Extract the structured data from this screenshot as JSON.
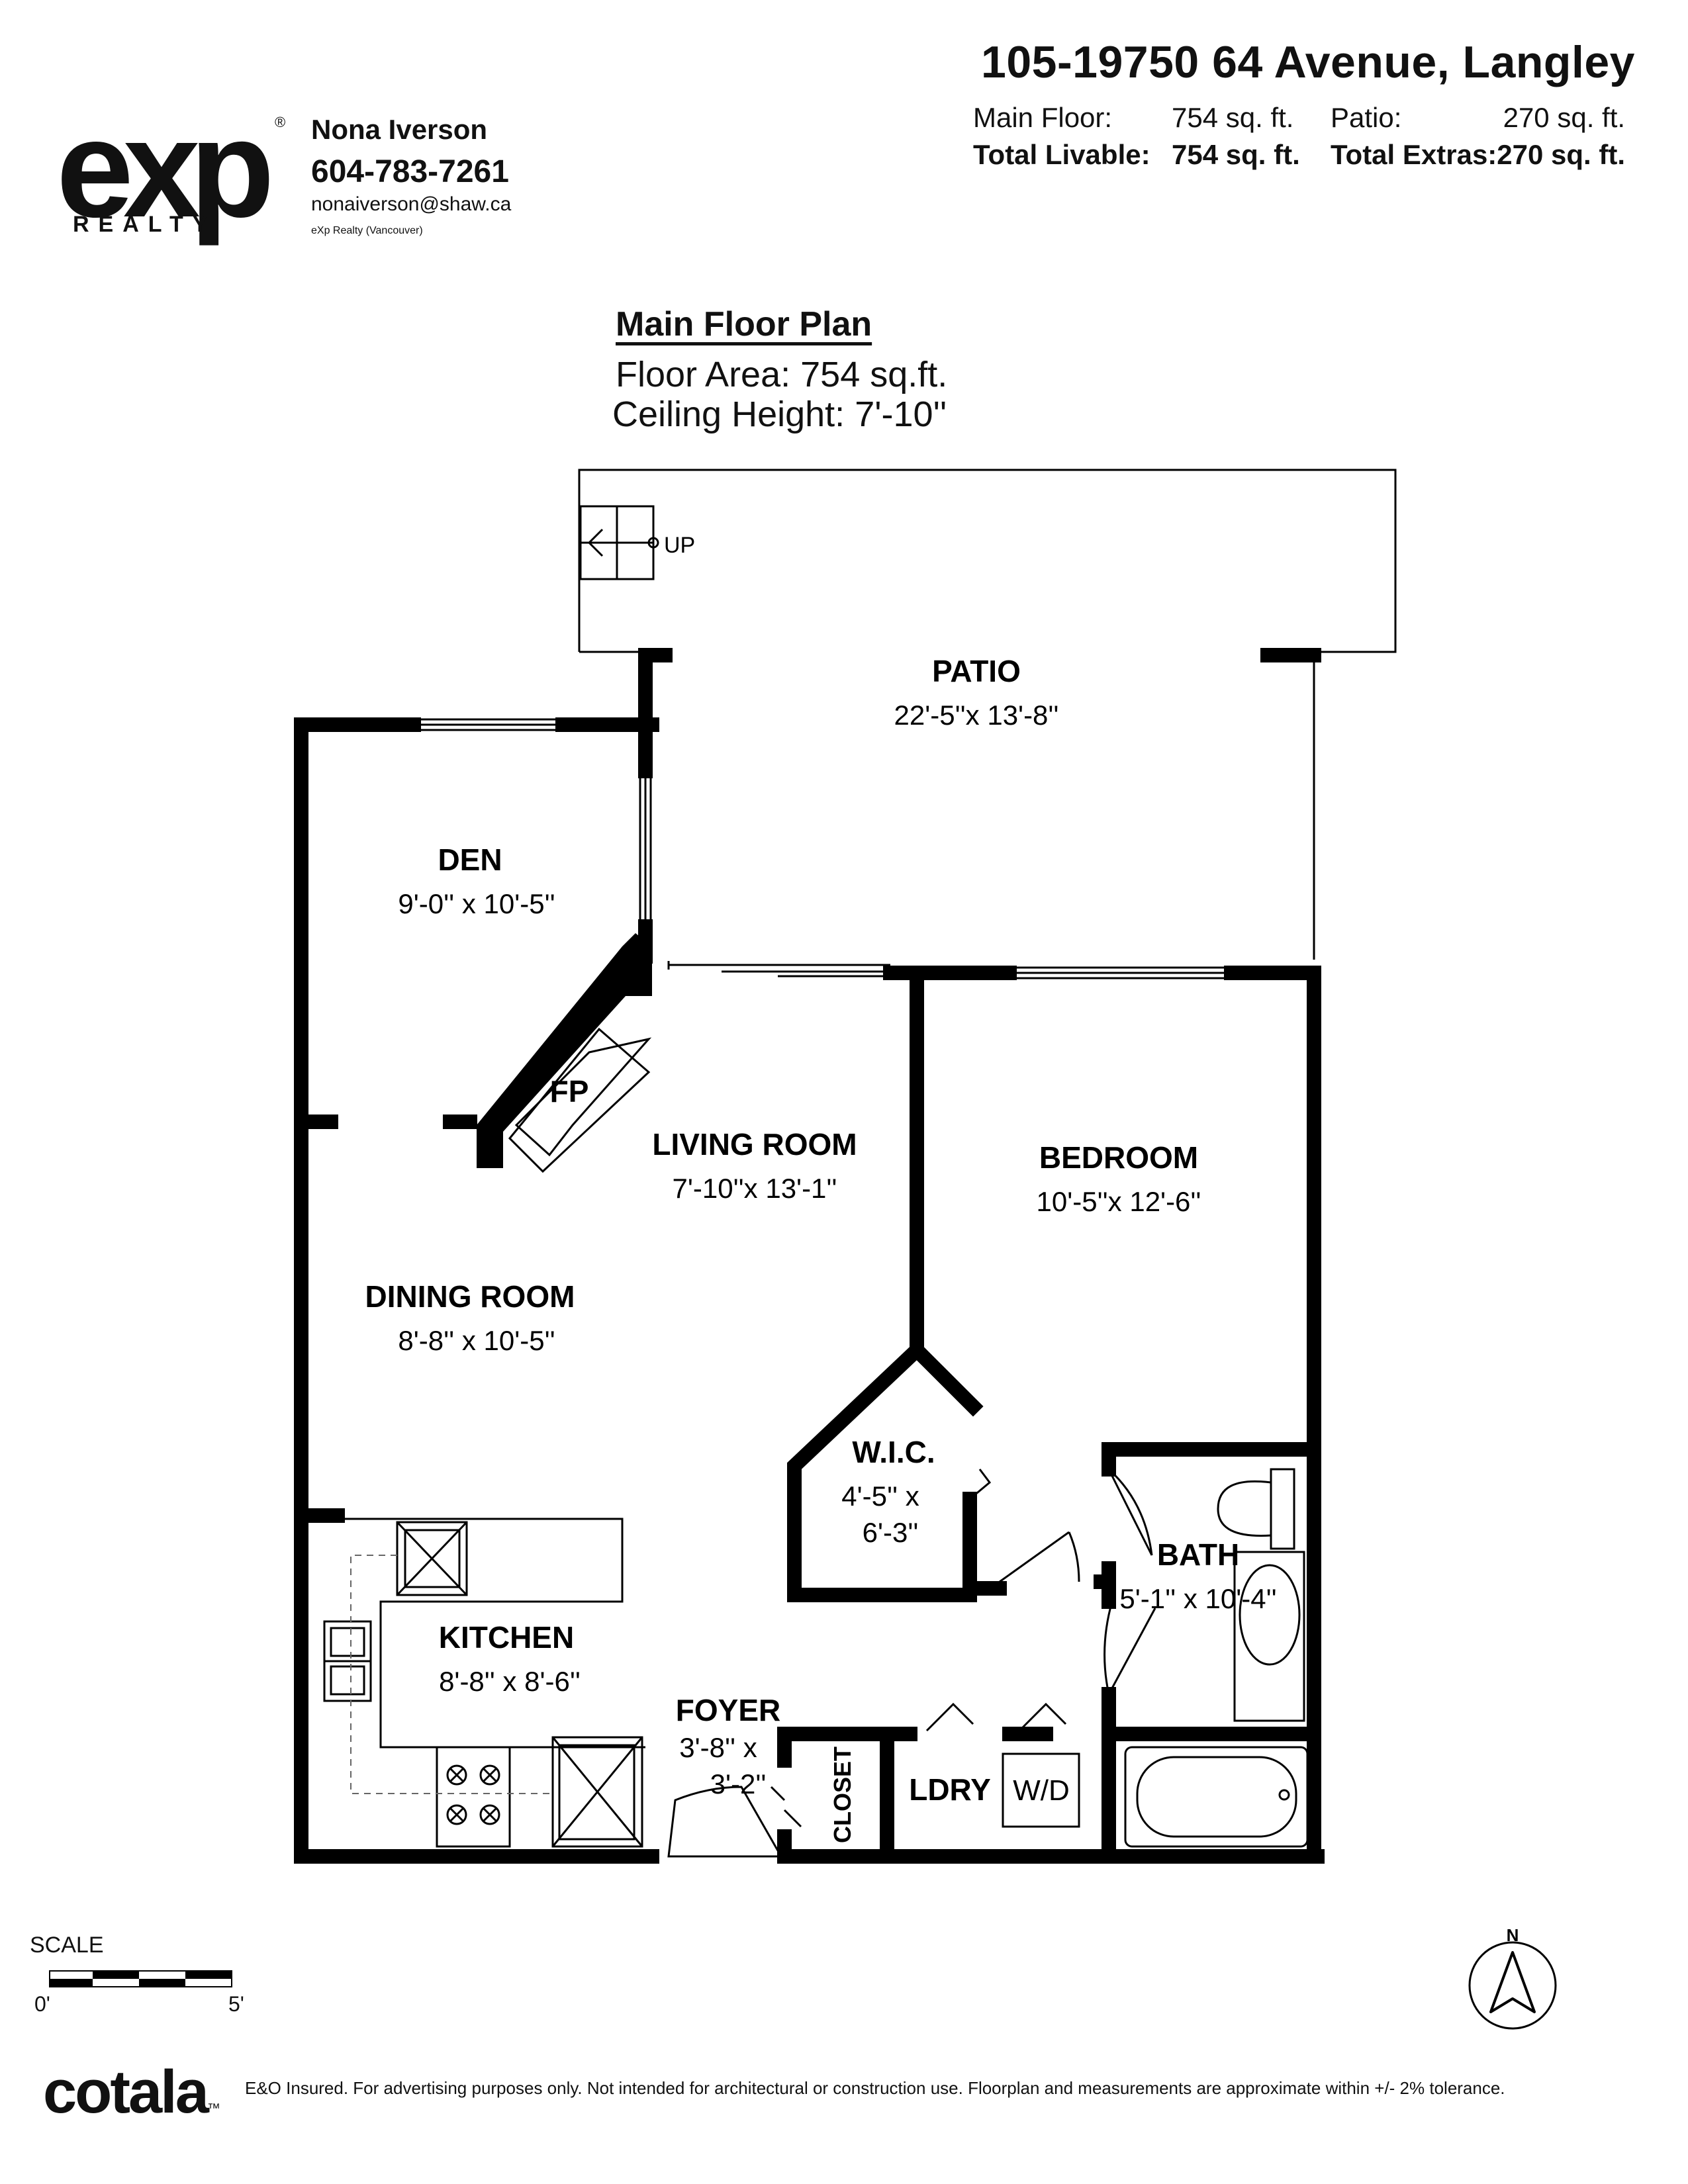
{
  "header": {
    "address": "105-19750 64 Avenue, Langley",
    "main_floor_label": "Main Floor:",
    "main_floor_value": "754 sq. ft.",
    "patio_label": "Patio:",
    "patio_value": "270 sq. ft.",
    "total_livable_label": "Total Livable:",
    "total_livable_value": "754 sq. ft.",
    "total_extras_label": "Total Extras:",
    "total_extras_value": "270 sq. ft."
  },
  "brand": {
    "logo_text": "exp",
    "logo_registered": "®",
    "logo_subtext": "REALTY",
    "agent_name": "Nona Iverson",
    "agent_phone": "604-783-7261",
    "agent_email": "nonaiverson@shaw.ca",
    "agent_brokerage": "eXp Realty (Vancouver)"
  },
  "plan": {
    "title": "Main Floor Plan",
    "floor_area": "Floor Area: 754 sq.ft.",
    "ceiling_height": "Ceiling Height: 7'-10''",
    "stair_label": "UP",
    "rooms": {
      "patio": {
        "name": "PATIO",
        "dim": "22'-5''x 13'-8''"
      },
      "den": {
        "name": "DEN",
        "dim": "9'-0'' x 10'-5''"
      },
      "fp": {
        "name": "FP"
      },
      "living": {
        "name": "LIVING ROOM",
        "dim": "7'-10''x 13'-1''"
      },
      "bedroom": {
        "name": "BEDROOM",
        "dim": "10'-5''x 12'-6''"
      },
      "dining": {
        "name": "DINING ROOM",
        "dim": "8'-8'' x 10'-5''"
      },
      "wic": {
        "name": "W.I.C.",
        "dim1": "4'-5'' x",
        "dim2": "6'-3''"
      },
      "bath": {
        "name": "BATH",
        "dim": "5'-1'' x 10'-4''"
      },
      "kitchen": {
        "name": "KITCHEN",
        "dim": "8'-8'' x  8'-6''"
      },
      "foyer": {
        "name": "FOYER",
        "dim1": "3'-8'' x",
        "dim2": "3'-2''"
      },
      "closet": {
        "name": "CLOSET"
      },
      "ldry": {
        "name": "LDRY"
      },
      "wd": {
        "name": "W/D"
      }
    },
    "north_label": "N"
  },
  "footer": {
    "scale_label": "SCALE",
    "scale_start": "0'",
    "scale_end": "5'",
    "brand": "cotala",
    "brand_tm": "™",
    "disclaimer": "E&O Insured. For advertising purposes only. Not intended for architectural or construction use. Floorplan and measurements are approximate within +/- 2% tolerance."
  },
  "colors": {
    "wall": "#000000",
    "background": "#ffffff",
    "text": "#111111"
  }
}
